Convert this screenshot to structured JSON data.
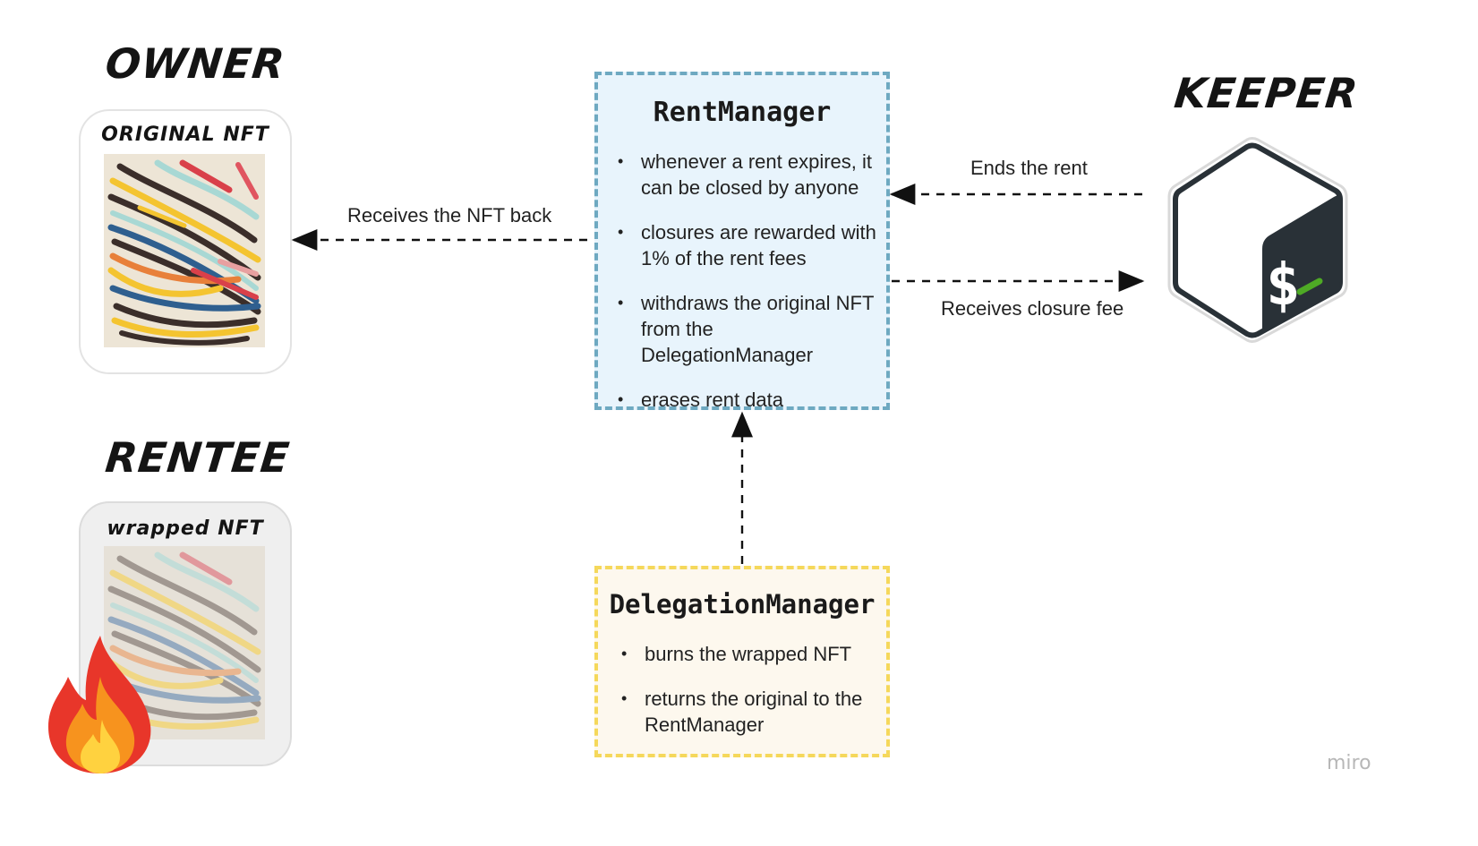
{
  "roles": {
    "owner": "OWNER",
    "rentee": "RENTEE",
    "keeper": "KEEPER"
  },
  "cards": {
    "original": "Original NFT",
    "wrapped": "wrapped NFT"
  },
  "rent_manager": {
    "title": "RentManager",
    "items": [
      "whenever a rent expires, it can be closed by anyone",
      "closures are rewarded with 1% of the rent fees",
      "withdraws the original NFT from the DelegationManager",
      "erases rent data"
    ]
  },
  "delegation_manager": {
    "title": "DelegationManager",
    "items": [
      "burns the wrapped NFT",
      "returns the original to the RentManager"
    ]
  },
  "arrows": {
    "receives_nft_back": "Receives the NFT back",
    "ends_rent": "Ends the rent",
    "receives_fee": "Receives closure fee"
  },
  "watermark": "miro",
  "colors": {
    "rent_box_fill": "#e8f4fc",
    "rent_box_border": "#6ea9c1",
    "deleg_box_fill": "#fdf8ee",
    "deleg_box_border": "#f5d85b",
    "bash_dark": "#293137",
    "bash_green": "#4eaa25"
  },
  "icons": {
    "keeper": "bash-terminal-icon",
    "burn": "fire-icon"
  }
}
